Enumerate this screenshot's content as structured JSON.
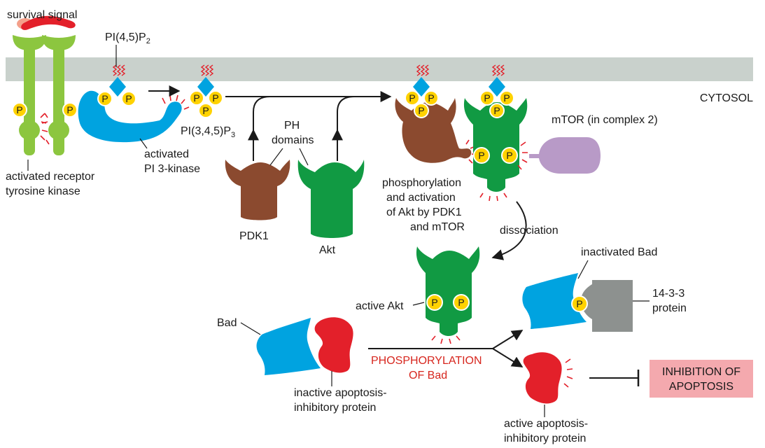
{
  "labels": {
    "survival_signal": "survival signal",
    "pi45p2": "PI(4,5)P",
    "pi45p2_sub": "2",
    "cytosol": "CYTOSOL",
    "activated_receptor": "activated receptor",
    "tyrosine_kinase": "tyrosine kinase",
    "activated": "activated",
    "pi3kinase": "PI 3-kinase",
    "pi345p3": "PI(3,4,5)P",
    "pi345p3_sub": "3",
    "ph": "PH",
    "domains": "domains",
    "pdk1": "PDK1",
    "akt": "Akt",
    "mtor": "mTOR (in complex 2)",
    "phos_line1": "phosphorylation",
    "phos_line2": "and activation",
    "phos_line3": "of Akt by PDK1",
    "phos_line4": "and mTOR",
    "dissociation": "dissociation",
    "inactivated_bad": "inactivated Bad",
    "protein_1433_line1": "14-3-3",
    "protein_1433_line2": "protein",
    "active_akt": "active Akt",
    "bad": "Bad",
    "phosphorylation_of": "PHOSPHORYLATION",
    "of_bad": "OF Bad",
    "inactive_line1": "inactive apoptosis-",
    "inactive_line2": "inhibitory protein",
    "active_line1": "active apoptosis-",
    "active_line2": "inhibitory protein",
    "inhibition_line1": "INHIBITION OF",
    "inhibition_line2": "APOPTOSIS",
    "p": "P"
  },
  "colors": {
    "membrane": "#c9d1cc",
    "receptor": "#8cc63f",
    "pi3k": "#00a3e0",
    "pdk1": "#8b4a2f",
    "akt": "#119a43",
    "mtor": "#b89ac7",
    "bad": "#00a3e0",
    "protein_1433": "#8d918f",
    "apoptosis_inhibitor": "#e3202a",
    "phosphate": "#ffd200",
    "signal": "#e3202a",
    "inhibition_box": "#f4a9ae",
    "red_text": "#d7261e"
  }
}
